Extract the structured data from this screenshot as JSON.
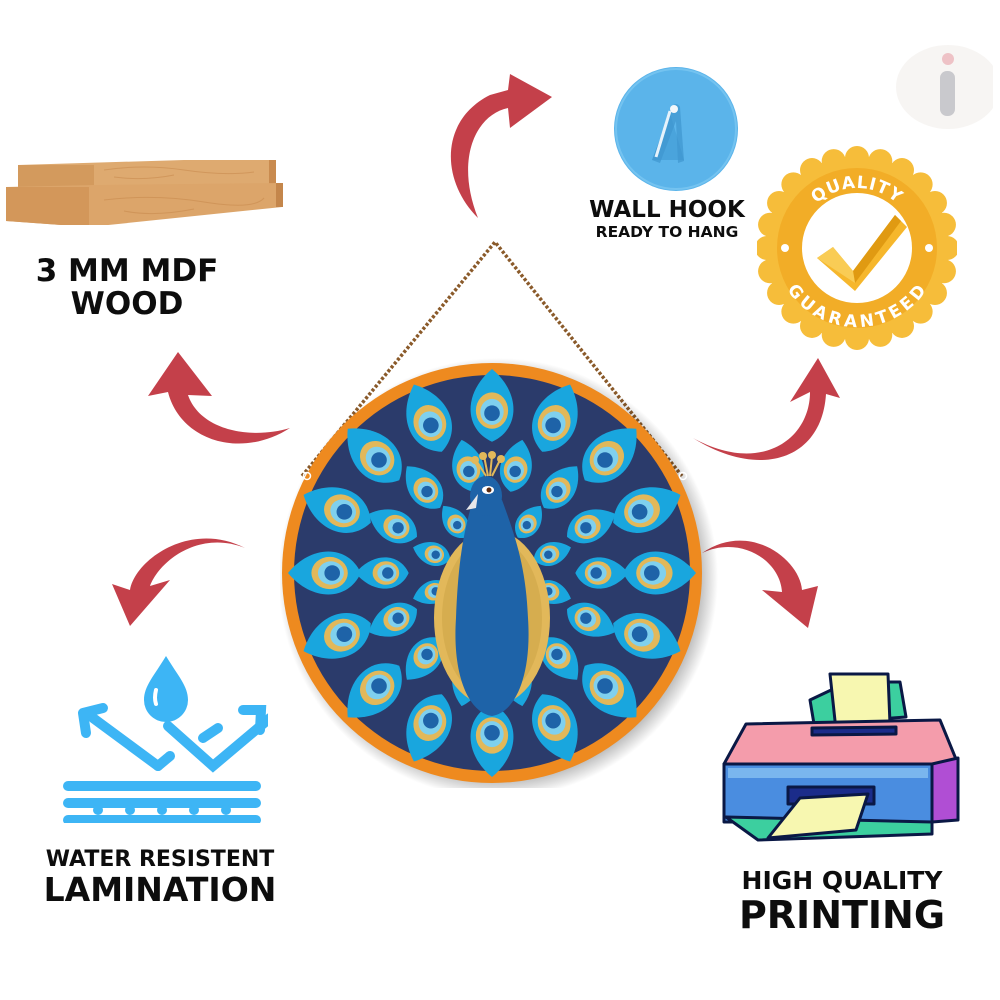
{
  "features": {
    "mdf": {
      "line1": "3 MM MDF",
      "line2": "WOOD",
      "icon": "wood-planks-icon"
    },
    "hook": {
      "line1": "WALL HOOK",
      "line2": "READY TO HANG",
      "icon": "wall-hook-icon"
    },
    "quality_badge": {
      "top_text": "QUALITY",
      "bottom_text": "GUARANTEED",
      "icon": "checkmark-badge-icon"
    },
    "water": {
      "line1": "WATER RESISTENT",
      "line2": "LAMINATION",
      "icon": "water-drop-icon"
    },
    "printing": {
      "line1": "HIGH QUALITY",
      "line2": "PRINTING",
      "icon": "printer-icon"
    }
  },
  "product": {
    "name": "peacock-round-wall-hanging",
    "icon": "peacock-icon"
  },
  "watermark": {
    "icon": "info-logo-icon"
  },
  "colors": {
    "arrow": "#c4404a",
    "orange_rim": "#ee8a1f",
    "navy": "#2b3b6b",
    "feather_blue": "#19a6de",
    "gold": "#e2b85a",
    "text": "#0d0d0d",
    "water_blue": "#3db5f5",
    "badge_gold": "#f4b52c",
    "hook_blue": "#5bb4ea"
  }
}
